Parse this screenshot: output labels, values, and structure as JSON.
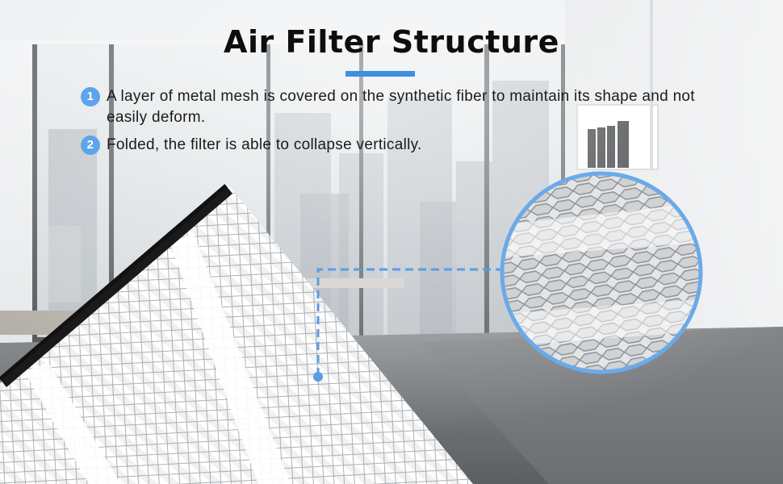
{
  "header": {
    "title": "Air Filter Structure"
  },
  "features": [
    {
      "number": "1",
      "text": "A layer of metal mesh is covered on the synthetic fiber to maintain its shape and not easily deform."
    },
    {
      "number": "2",
      "text": "Folded, the filter is able to collapse vertically."
    }
  ],
  "colors": {
    "accent": "#3f8fe0",
    "bullet": "#5ea4ea",
    "title": "#0e0e0e",
    "callout_ring": "#6aaae8"
  },
  "icons": {
    "bullet_1": "numbered-circle-icon",
    "bullet_2": "numbered-circle-icon"
  }
}
